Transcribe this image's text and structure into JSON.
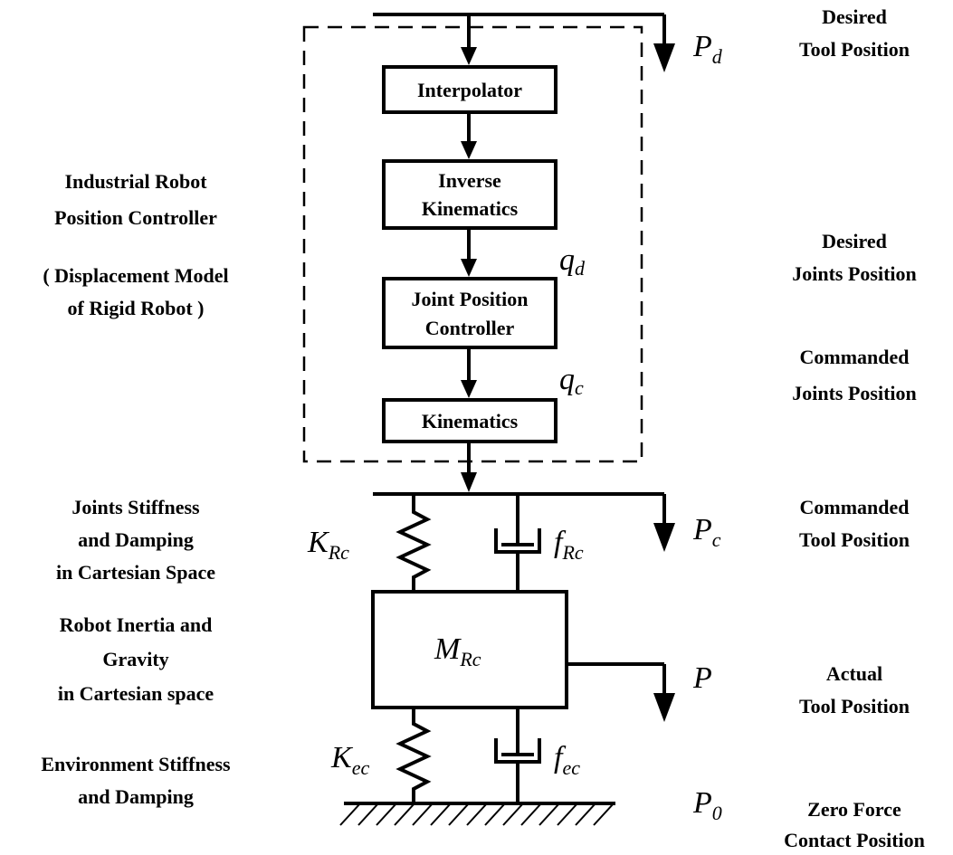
{
  "blocks": {
    "interpolator": [
      "Interpolator"
    ],
    "inverse_kinematics": [
      "Inverse",
      "Kinematics"
    ],
    "joint_position_controller": [
      "Joint Position",
      "Controller"
    ],
    "kinematics": [
      "Kinematics"
    ]
  },
  "symbols": {
    "Pd": {
      "base": "P",
      "sub": "d"
    },
    "qd": {
      "base": "q",
      "sub": "d"
    },
    "qc": {
      "base": "q",
      "sub": "c"
    },
    "Pc": {
      "base": "P",
      "sub": "c"
    },
    "P": {
      "base": "P",
      "sub": ""
    },
    "P0": {
      "base": "P",
      "sub": "0"
    },
    "KRc": {
      "base": "K",
      "sub": "Rc"
    },
    "fRc": {
      "base": "f",
      "sub": "Rc"
    },
    "MRc": {
      "base": "M",
      "sub": "Rc"
    },
    "Kec": {
      "base": "K",
      "sub": "ec"
    },
    "fec": {
      "base": "f",
      "sub": "ec"
    }
  },
  "left_labels": {
    "controller": [
      "Industrial Robot",
      "Position Controller"
    ],
    "displacement": [
      "( Displacement Model",
      "of Rigid Robot )"
    ],
    "joint_stiffness": [
      "Joints Stiffness",
      "and Damping",
      "in Cartesian Space"
    ],
    "inertia": [
      "Robot Inertia and",
      "Gravity",
      "in Cartesian space"
    ],
    "environment": [
      "Environment Stiffness",
      "and Damping"
    ]
  },
  "right_labels": {
    "desired_tool": [
      "Desired",
      "Tool Position"
    ],
    "desired_joints": [
      "Desired",
      "Joints Position"
    ],
    "commanded_joints": [
      "Commanded",
      "Joints Position"
    ],
    "commanded_tool": [
      "Commanded",
      "Tool Position"
    ],
    "actual_tool": [
      "Actual",
      "Tool Position"
    ],
    "zero_force": [
      "Zero Force",
      "Contact Position"
    ]
  }
}
